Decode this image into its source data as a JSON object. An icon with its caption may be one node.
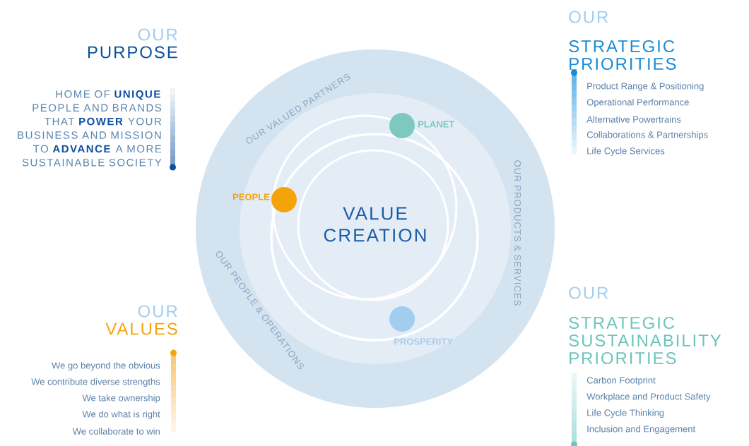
{
  "diagram": {
    "nodes": [
      {
        "text": [
          "VALUE CREATION"
        ]
      },
      {
        "text": [],
        "shape": "circle",
        "in": 0,
        "beside": [
          "PLANET"
        ]
      },
      {
        "text": [],
        "shape": "circle",
        "in": 0,
        "beside": [
          "PEOPLE"
        ]
      },
      {
        "text": [],
        "shape": "circle",
        "in": 0,
        "beside": [
          "PROSPERITY"
        ]
      }
    ],
    "labels": [
      "OUR",
      "PURPOSE",
      "HOME OF **UNIQUE** PEOPLE AND BRANDS THAT **POWER** YOUR BUSINESS AND MISSION TO **ADVANCE** A MORE SUSTAINABLE SOCIETY",
      "OUR",
      "STRATEGIC PRIORITIES",
      "Product Range & Positioning",
      "Operational Performance",
      "Alternative Powertrains",
      "Collaborations & Partnerships",
      "Life Cycle Services",
      "OUR VALUED PARTNERS",
      "OUR PRODUCTS & SERVICES",
      "OUR PEOPLE & OPERATIONS",
      "OUR",
      "VALUES",
      "We go beyond the obvious",
      "We contribute diverse strengths",
      "We take ownership",
      "We do what is right",
      "We collaborate to win",
      "OUR",
      "STRATEGIC SUSTAINABILITY PRIORITIES",
      "Carbon Footprint",
      "Workplace and Product Safety",
      "Life Cycle Thinking",
      "Inclusion and Engagement"
    ]
  }
}
